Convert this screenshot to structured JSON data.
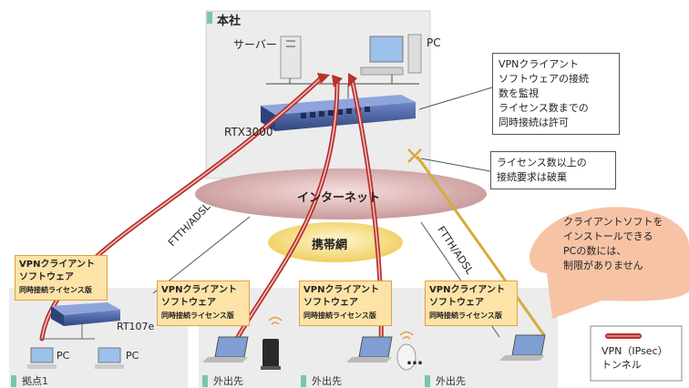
{
  "hq": {
    "title": "本社",
    "server_label": "サーバー",
    "pc_label": "PC",
    "router_label": "RTX3000"
  },
  "callouts": {
    "monitor": [
      "VPNクライアント",
      "ソフトウェアの接続",
      "数を監視",
      "ライセンス数までの",
      "同時接続は許可"
    ],
    "reject": [
      "ライセンス数以上の",
      "接続要求は破棄"
    ]
  },
  "networks": {
    "internet": "インターネット",
    "mobile": "携帯網"
  },
  "links": {
    "left": "FTTH/ADSL",
    "right": "FTTH/ADSL"
  },
  "speech": [
    "クライアントソフトを",
    "インストールできる",
    "PCの数には、",
    "制限がありません"
  ],
  "branch": {
    "location": "拠点1",
    "router_label": "RT107e",
    "pc_labels": [
      "PC",
      "PC"
    ]
  },
  "client_box": {
    "line1": "VPNクライアント",
    "line2": "ソフトウェア",
    "line3": "同時接続ライセンス版"
  },
  "outside": [
    "外出先",
    "外出先",
    "外出先"
  ],
  "ellipsis": "…",
  "legend": {
    "line1": "VPN（IPsec）",
    "line2": "トンネル"
  }
}
